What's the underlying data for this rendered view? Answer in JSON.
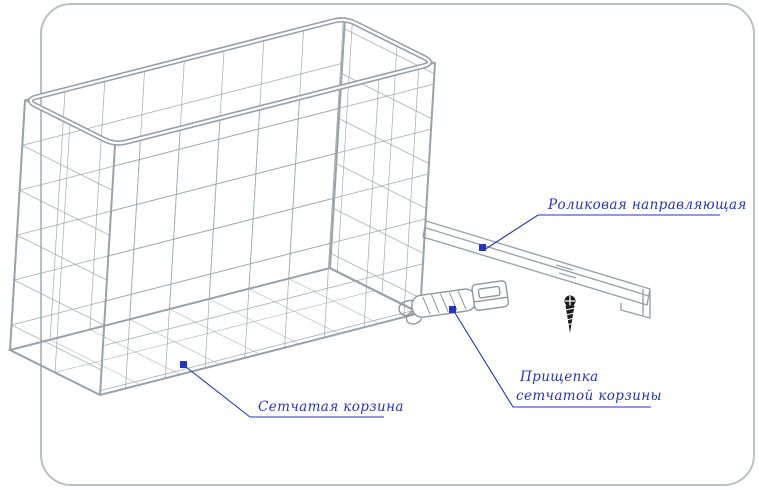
{
  "diagram": {
    "labels": {
      "rail": "Роликовая направляющая",
      "basket": "Сетчатая корзина",
      "clip_line1": "Прищепка",
      "clip_line2": "сетчатой корзины"
    },
    "colors": {
      "accent": "#2433c8",
      "wire": "#98a3a9",
      "frame": "#b9c0c5",
      "screw": "#1c1c1c"
    }
  }
}
